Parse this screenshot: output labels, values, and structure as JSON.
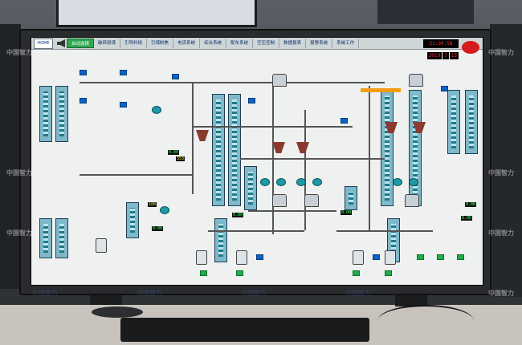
{
  "menubar": {
    "logo_text": "HOME",
    "items": [
      "自动选择",
      "破碎原煤",
      "引导料线",
      "引煤制焦",
      "电流系统",
      "综合系统",
      "配车系统",
      "空压控制",
      "数据报表",
      "报警系统",
      "系统工作"
    ],
    "active_index": 0
  },
  "clock": {
    "time": "21:30:58",
    "date": [
      "2019",
      "7",
      "15"
    ]
  },
  "watermark": {
    "text": "中国智力"
  },
  "readouts": {
    "v1": "0.00",
    "v2": "353",
    "v3": "0.00",
    "v4": "0.00",
    "v5": "0.00",
    "v6": "0.00",
    "v7": "100",
    "v8": "0.00"
  },
  "colors": {
    "screen_bg": "#eef1f0",
    "active_menu": "#2fa84f",
    "tank": "#1e7a8c",
    "clock_fg": "#ff3030",
    "value_fg": "#37ff5e"
  }
}
